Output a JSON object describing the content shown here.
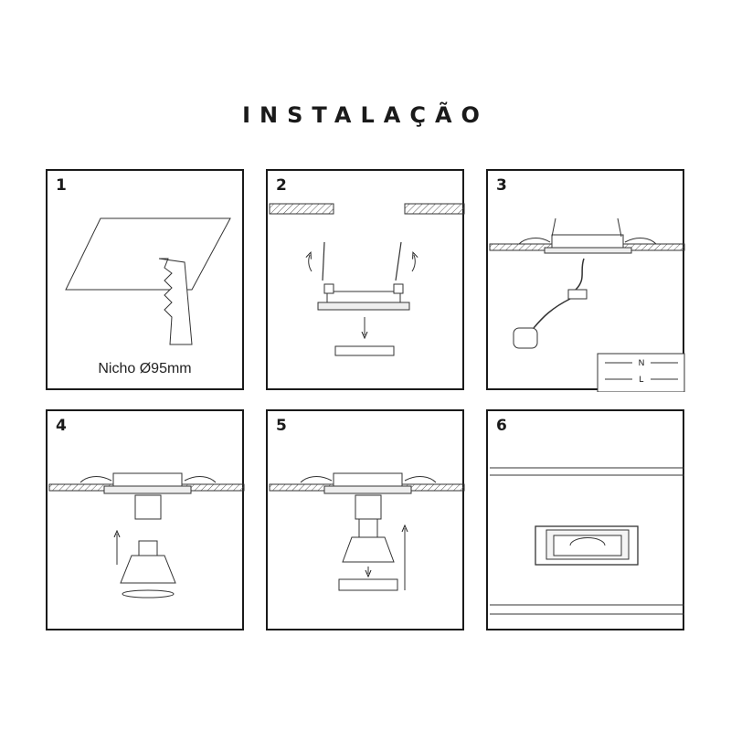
{
  "title": "INSTALAÇÃO",
  "steps": [
    {
      "number": "1",
      "caption": "Nicho Ø95mm"
    },
    {
      "number": "2"
    },
    {
      "number": "3"
    },
    {
      "number": "4"
    },
    {
      "number": "5"
    },
    {
      "number": "6"
    }
  ],
  "wiring_legend": {
    "neutral": "N",
    "line": "L"
  }
}
